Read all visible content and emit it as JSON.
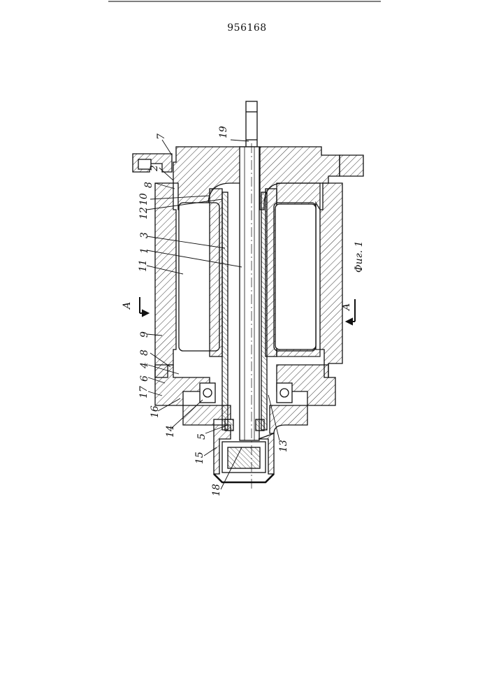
{
  "document": {
    "patent_number": "956168",
    "figure_caption": "Фиг. 1",
    "section_mark": "A",
    "colors": {
      "ink": "#111111",
      "paper": "#ffffff"
    }
  },
  "callouts": [
    {
      "id": "7",
      "text": "7"
    },
    {
      "id": "2",
      "text": "2"
    },
    {
      "id": "8a",
      "text": "8"
    },
    {
      "id": "10",
      "text": "10"
    },
    {
      "id": "12",
      "text": "12"
    },
    {
      "id": "3",
      "text": "3"
    },
    {
      "id": "1",
      "text": "1"
    },
    {
      "id": "11",
      "text": "11"
    },
    {
      "id": "9",
      "text": "9"
    },
    {
      "id": "8b",
      "text": "8"
    },
    {
      "id": "4",
      "text": "4"
    },
    {
      "id": "6",
      "text": "6"
    },
    {
      "id": "17",
      "text": "17"
    },
    {
      "id": "16",
      "text": "16"
    },
    {
      "id": "14",
      "text": "14"
    },
    {
      "id": "5",
      "text": "5"
    },
    {
      "id": "15",
      "text": "15"
    },
    {
      "id": "18",
      "text": "18"
    },
    {
      "id": "13",
      "text": "13"
    },
    {
      "id": "19",
      "text": "19"
    }
  ]
}
